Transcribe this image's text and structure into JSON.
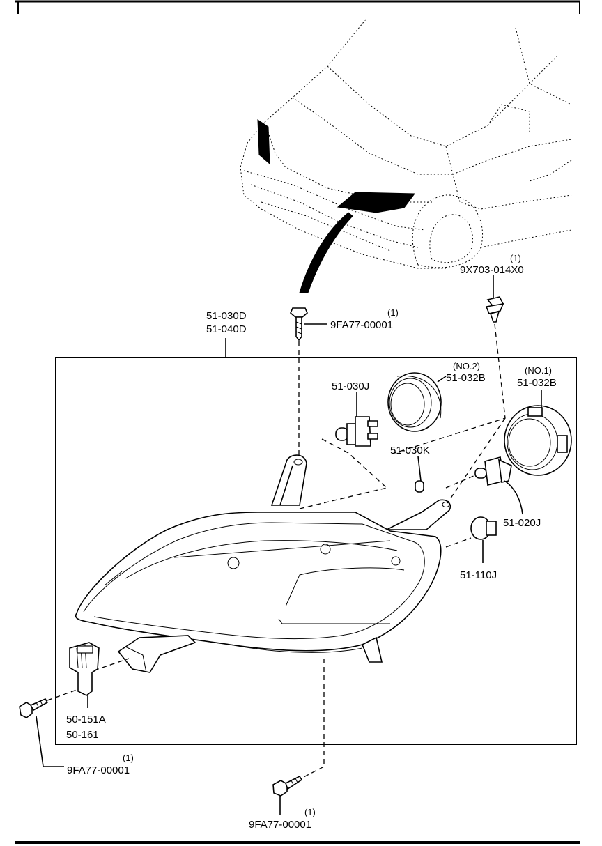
{
  "diagram": {
    "labels": {
      "housing_a": "51-030D",
      "housing_b": "51-040D",
      "bolt_top": "9FA77-00001",
      "bolt_top_qty": "(1)",
      "clip": "9X703-014X0",
      "clip_qty": "(1)",
      "bulb_h4": "51-030J",
      "cap_no2_tag": "(NO.2)",
      "cap_no2": "51-032B",
      "cap_no1_tag": "(NO.1)",
      "cap_no1": "51-032B",
      "bulb_small": "51-030K",
      "bulb_socket": "51-020J",
      "bulb_turn": "51-110J",
      "leveler_a": "50-151A",
      "leveler_b": "50-161",
      "bolt_left": "9FA77-00001",
      "bolt_left_qty": "(1)",
      "bolt_bottom": "9FA77-00001",
      "bolt_bottom_qty": "(1)"
    }
  }
}
